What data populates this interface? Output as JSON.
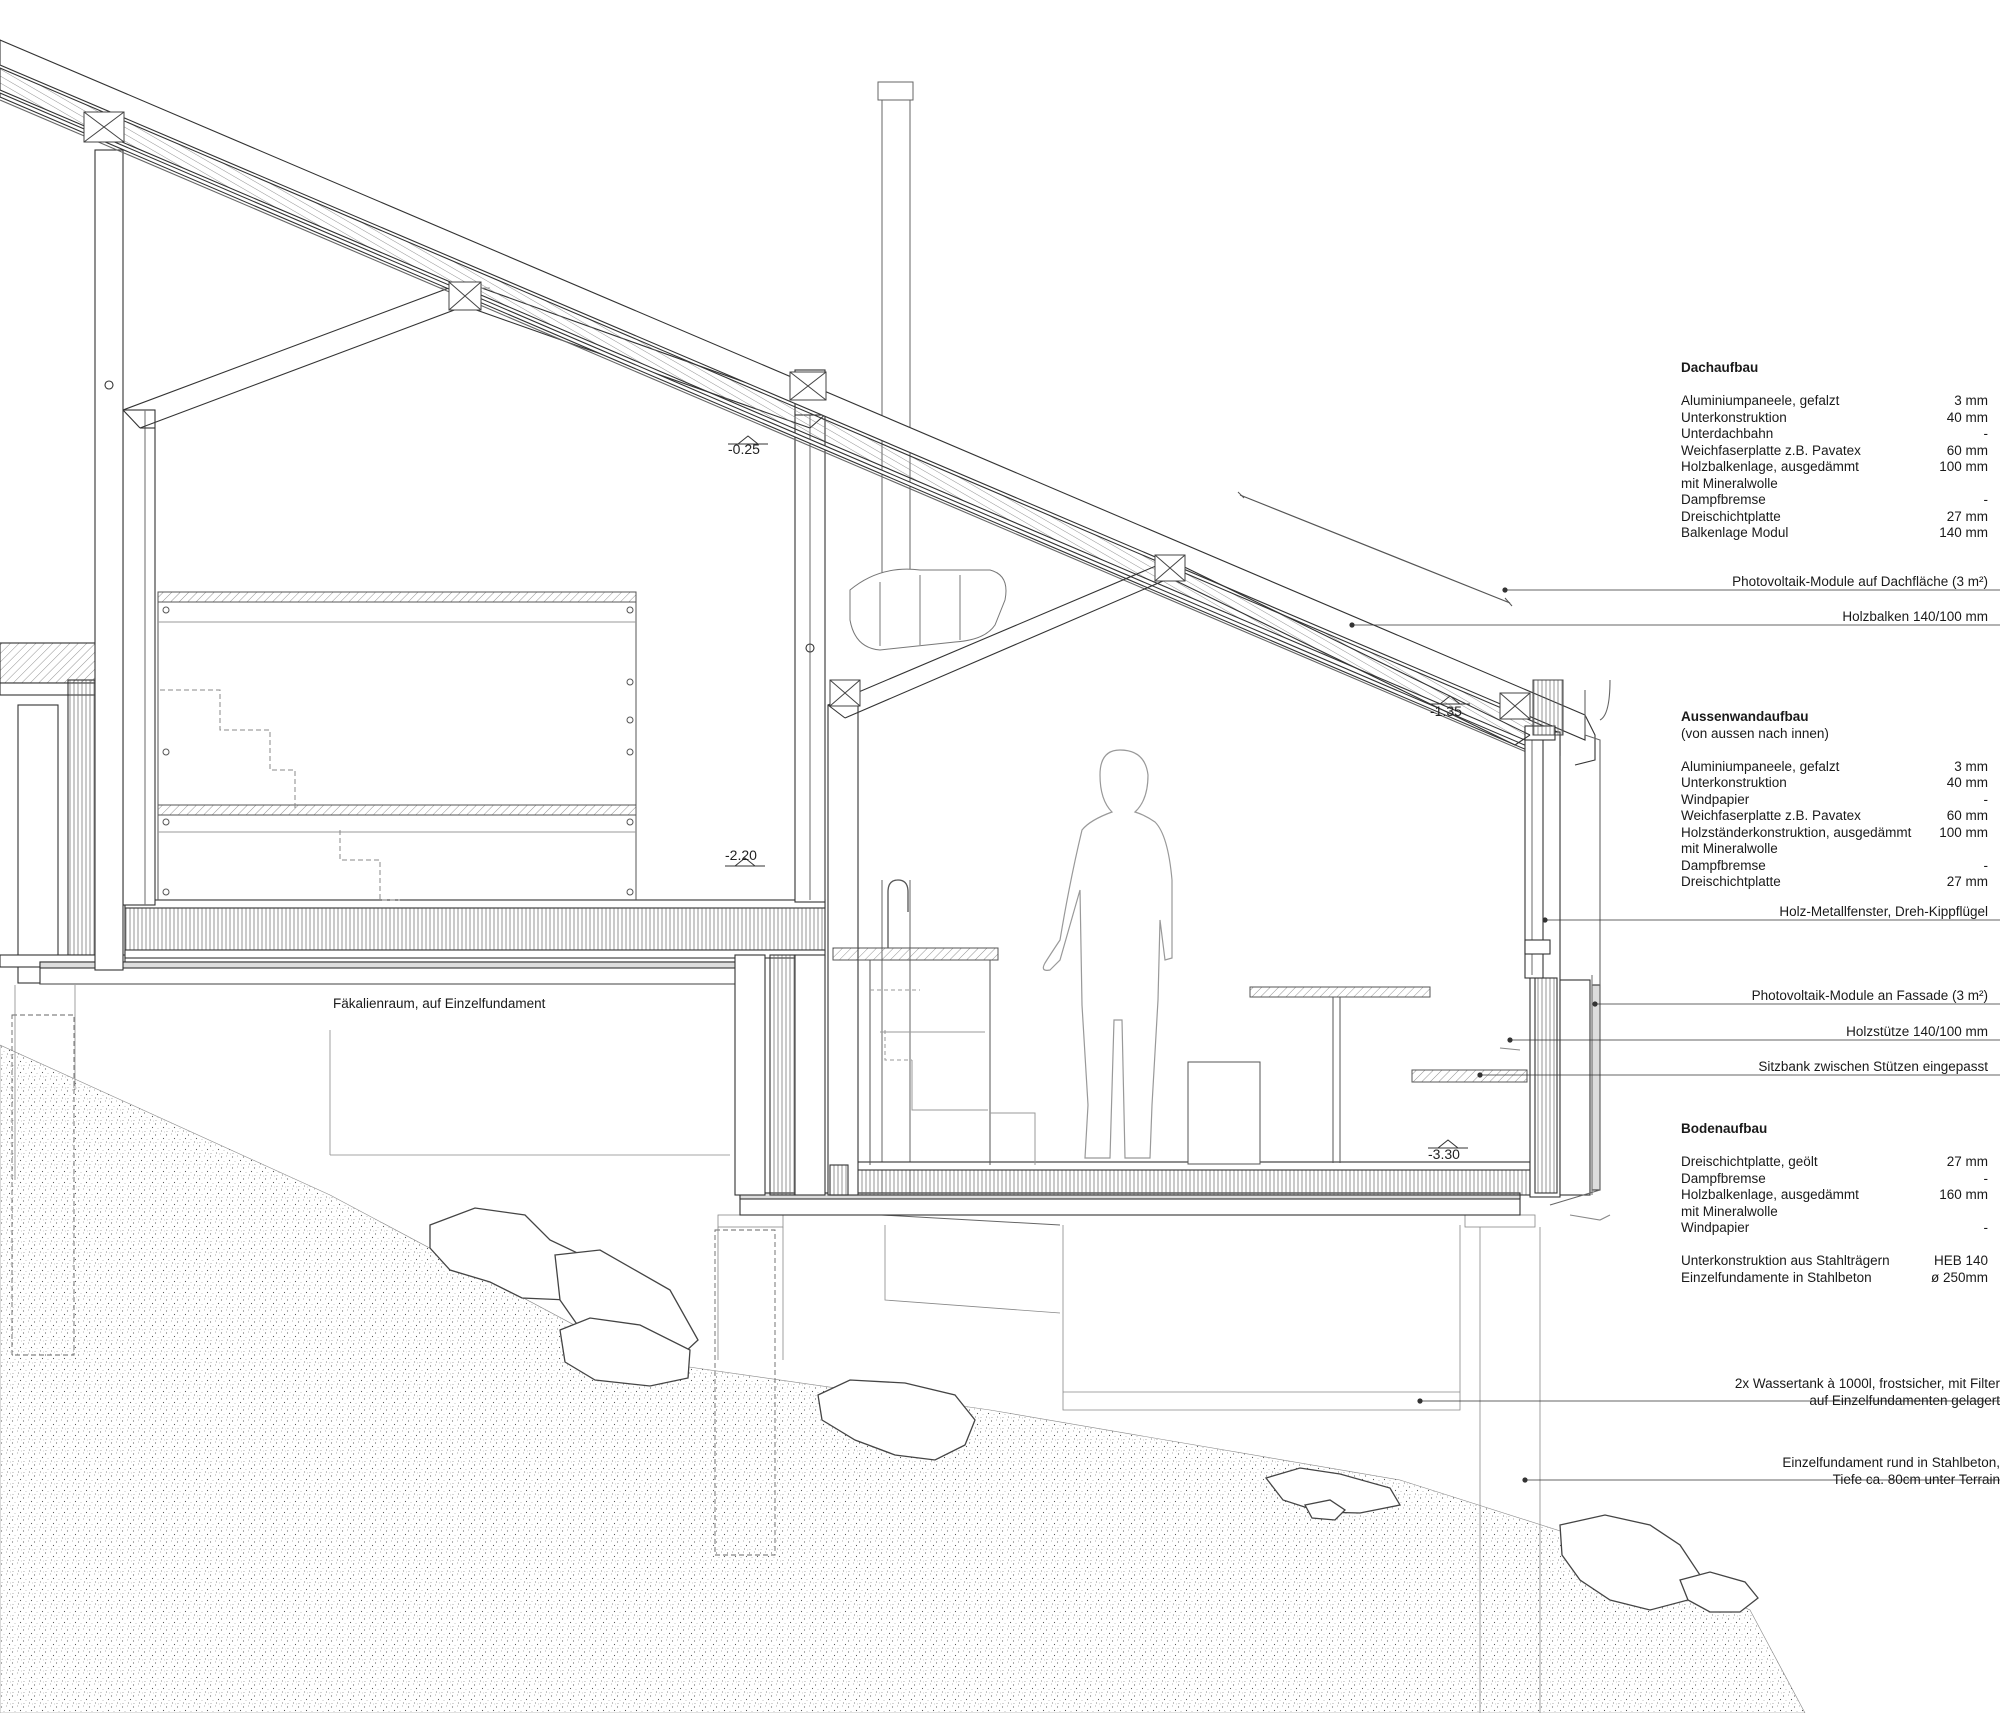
{
  "levels": [
    "-0.25",
    "-1.35",
    "-2.20",
    "-3.30"
  ],
  "room_label": "Fäkalienraum, auf Einzelfundament",
  "dach": {
    "title": "Dachaufbau",
    "rows": [
      {
        "label": "Aluminiumpaneele, gefalzt",
        "value": "3 mm"
      },
      {
        "label": "Unterkonstruktion",
        "value": "40 mm"
      },
      {
        "label": "Unterdachbahn",
        "value": "-"
      },
      {
        "label": "Weichfaserplatte z.B. Pavatex",
        "value": "60 mm"
      },
      {
        "label": "Holzbalkenlage, ausgedämmt",
        "value": "100 mm"
      },
      {
        "label": "mit Mineralwolle",
        "value": ""
      },
      {
        "label": "Dampfbremse",
        "value": "-"
      },
      {
        "label": "Dreischichtplatte",
        "value": "27 mm"
      },
      {
        "label": "Balkenlage Modul",
        "value": "140 mm"
      }
    ]
  },
  "callouts_top": {
    "pv_dach": "Photovoltaik-Module auf Dachfläche  (3 m²)",
    "holzbalken": "Holzbalken 140/100 mm"
  },
  "wand": {
    "title": "Aussenwandaufbau",
    "subtitle": "(von aussen nach innen)",
    "rows": [
      {
        "label": "Aluminiumpaneele, gefalzt",
        "value": "3 mm"
      },
      {
        "label": "Unterkonstruktion",
        "value": "40 mm"
      },
      {
        "label": "Windpapier",
        "value": "-"
      },
      {
        "label": "Weichfaserplatte z.B. Pavatex",
        "value": "60 mm"
      },
      {
        "label": "Holzständerkonstruktion, ausgedämmt",
        "value": "100 mm"
      },
      {
        "label": "mit Mineralwolle",
        "value": ""
      },
      {
        "label": "Dampfbremse",
        "value": "-"
      },
      {
        "label": "Dreischichtplatte",
        "value": "27 mm"
      }
    ]
  },
  "callouts_mid": {
    "fenster": "Holz-Metallfenster, Dreh-Kippflügel",
    "pv_fassade": "Photovoltaik-Module an Fassade (3 m²)",
    "holzstuetze": "Holzstütze 140/100 mm",
    "sitzbank": "Sitzbank zwischen Stützen eingepasst"
  },
  "boden": {
    "title": "Bodenaufbau",
    "rows": [
      {
        "label": "Dreischichtplatte, geölt",
        "value": "27 mm"
      },
      {
        "label": "Dampfbremse",
        "value": "-"
      },
      {
        "label": "Holzbalkenlage, ausgedämmt",
        "value": "160 mm"
      },
      {
        "label": "mit Mineralwolle",
        "value": ""
      },
      {
        "label": "Windpapier",
        "value": "-"
      }
    ],
    "rows2": [
      {
        "label": "Unterkonstruktion aus Stahlträgern",
        "value": "HEB 140"
      },
      {
        "label": "Einzelfundamente in Stahlbeton",
        "value": "ø 250mm"
      }
    ]
  },
  "callouts_bottom": {
    "wassertank_1": "2x Wassertank à 1000l, frostsicher, mit Filter",
    "wassertank_2": "auf Einzelfundamenten gelagert",
    "fundament_1": "Einzelfundament rund in Stahlbeton,",
    "fundament_2": "Tiefe ca. 80cm unter Terrain"
  }
}
